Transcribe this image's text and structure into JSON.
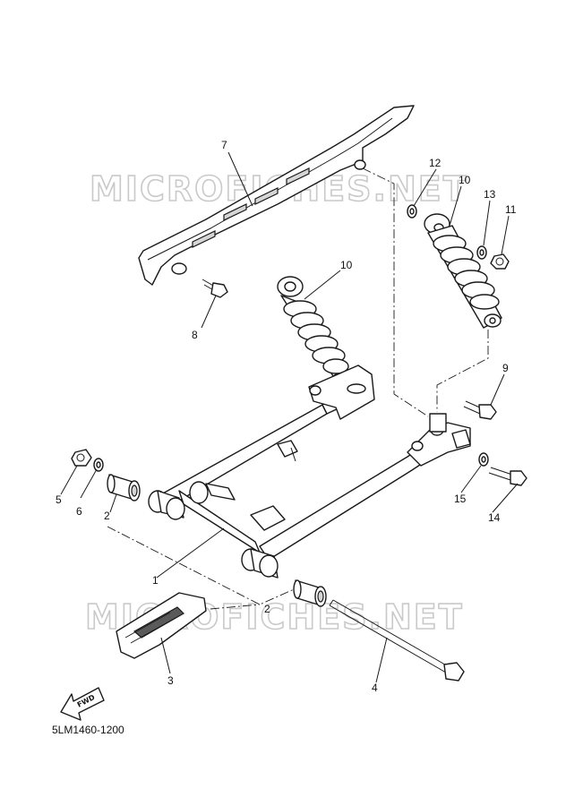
{
  "diagram": {
    "watermarks": [
      "MICROFICHES.NET",
      "MICROFICHES.NET"
    ],
    "diagram_code": "5LM1460-1200",
    "fwd_label": "FWD",
    "callouts": [
      {
        "id": "1",
        "label": "1"
      },
      {
        "id": "2a",
        "label": "2"
      },
      {
        "id": "2b",
        "label": "2"
      },
      {
        "id": "3",
        "label": "3"
      },
      {
        "id": "4",
        "label": "4"
      },
      {
        "id": "5",
        "label": "5"
      },
      {
        "id": "6",
        "label": "6"
      },
      {
        "id": "7",
        "label": "7"
      },
      {
        "id": "8",
        "label": "8"
      },
      {
        "id": "9",
        "label": "9"
      },
      {
        "id": "10a",
        "label": "10"
      },
      {
        "id": "10b",
        "label": "10"
      },
      {
        "id": "11",
        "label": "11"
      },
      {
        "id": "12",
        "label": "12"
      },
      {
        "id": "13",
        "label": "13"
      },
      {
        "id": "14",
        "label": "14"
      },
      {
        "id": "15",
        "label": "15"
      }
    ]
  }
}
